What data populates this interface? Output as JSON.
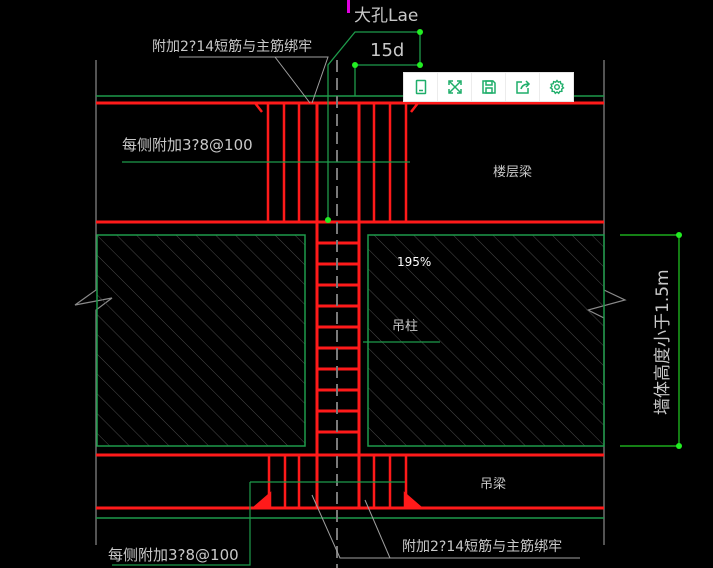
{
  "viewer": {
    "zoom_level": "195%",
    "accent_color": "#1fae6a",
    "toolbar": [
      {
        "name": "tablet-view-button",
        "icon": "tablet-icon",
        "label": "Tablet view"
      },
      {
        "name": "fullscreen-button",
        "icon": "expand-icon",
        "label": "Fullscreen"
      },
      {
        "name": "save-button",
        "icon": "save-icon",
        "label": "Save"
      },
      {
        "name": "share-button",
        "icon": "share-icon",
        "label": "Share"
      },
      {
        "name": "settings-button",
        "icon": "gear-icon",
        "label": "Settings"
      }
    ]
  },
  "drawing": {
    "colors": {
      "rebar": "#ff1a1a",
      "outline": "#1e9b4b",
      "dim": "#22cc22",
      "text": "#c8c8c8",
      "hatch": "#5a5a5a",
      "marker": "#e000e0"
    },
    "labels": {
      "top_anchor": "大孔Lae",
      "dim_15d": "15d",
      "top_note": "附加2?14短筋与主筋绑牢",
      "side_stirrup_top": "每侧附加3?8@100",
      "floor_beam": "楼层梁",
      "hanging_column": "吊柱",
      "hanging_beam": "吊梁",
      "wall_height": "墙体高度小于1.5m",
      "bottom_note": "附加2?14短筋与主筋绑牢",
      "side_stirrup_bottom": "每侧附加3?8@100"
    }
  }
}
